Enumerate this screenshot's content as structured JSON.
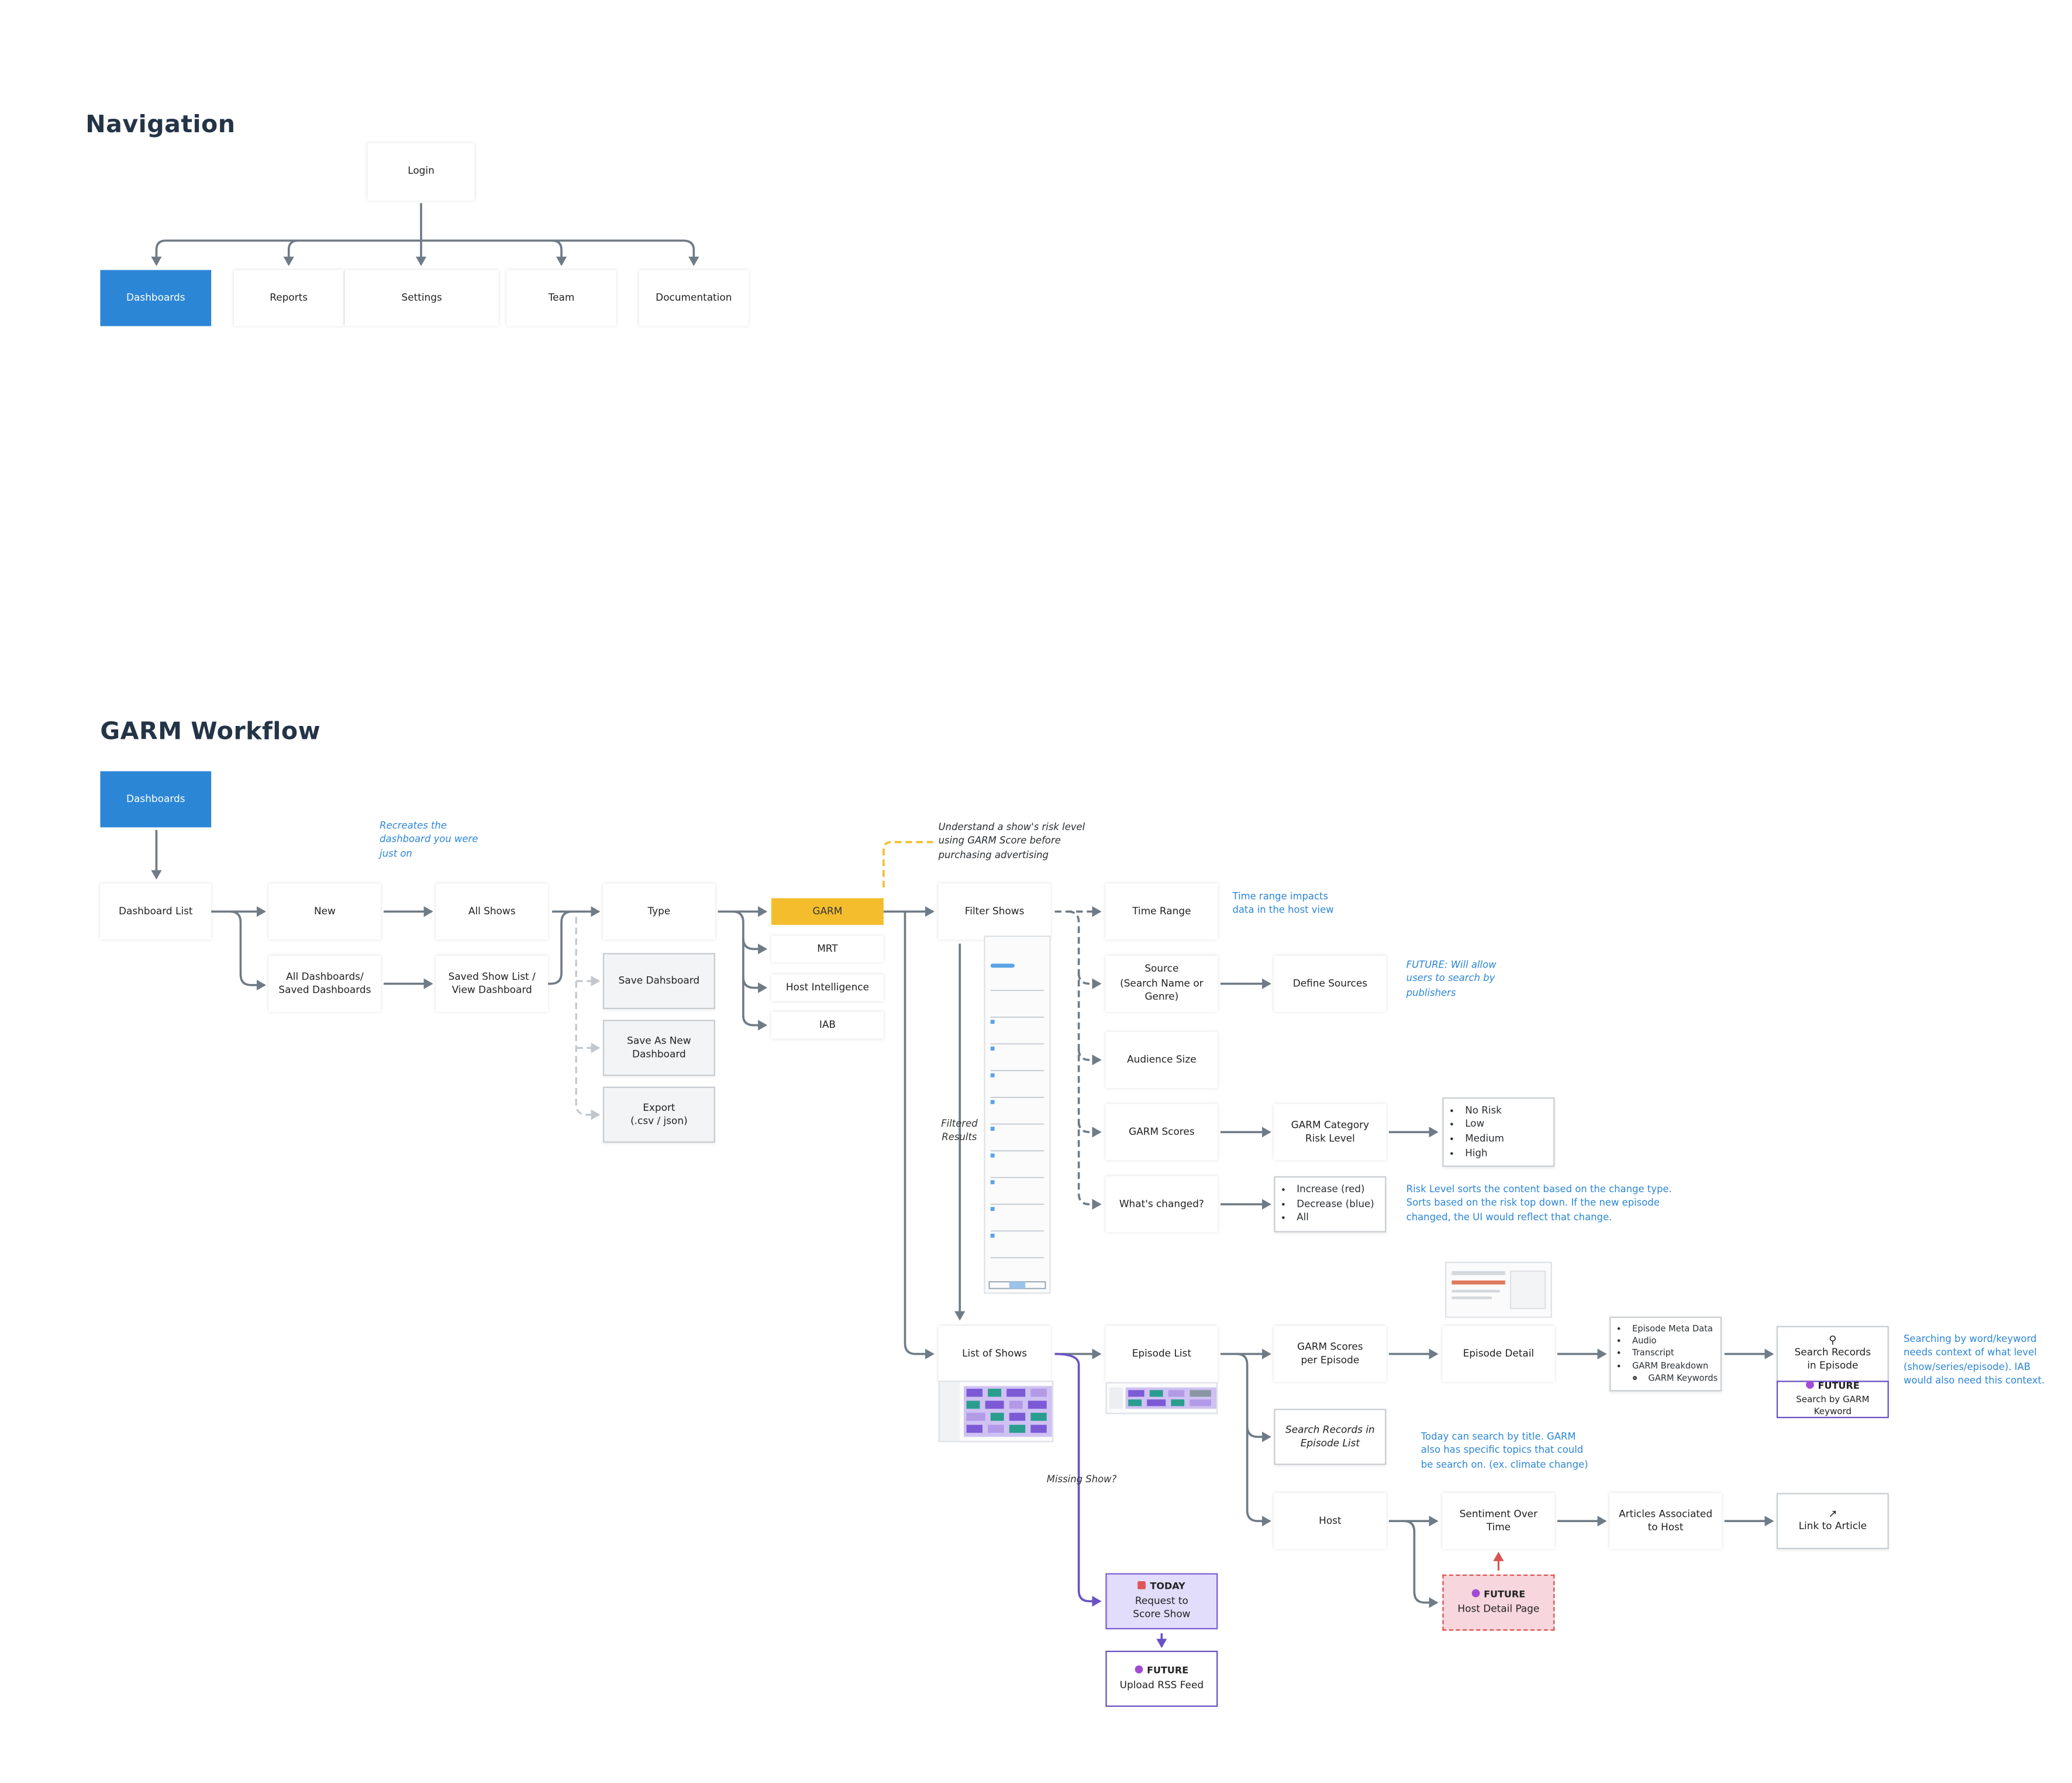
{
  "navigation": {
    "title": "Navigation",
    "login": "Login",
    "items": [
      "Dashboards",
      "Reports",
      "Settings",
      "Team",
      "Documentation"
    ]
  },
  "workflow": {
    "title": "GARM Workflow",
    "dashboards": "Dashboards",
    "dashboard_list": "Dashboard List",
    "new": "New",
    "all_dashboards": "All Dashboards/\nSaved Dashboards",
    "recreates_note": "Recreates the\ndashboard you were\njust on",
    "all_shows": "All Shows",
    "saved_show_list": "Saved Show List /\nView Dashboard",
    "type": "Type",
    "save_dashboard": "Save Dahsboard",
    "save_as_new": "Save As New\nDashboard",
    "export": "Export\n(.csv / json)",
    "garm": "GARM",
    "mrt": "MRT",
    "host_intelligence": "Host Intelligence",
    "iab": "IAB",
    "understand_note": "Understand a show's risk level\nusing GARM Score before\npurchasing advertising",
    "filter_shows": "Filter Shows",
    "filtered_results": "Filtered\nResults",
    "time_range": "Time Range",
    "time_range_note": "Time range impacts\ndata in the host view",
    "source": "Source\n(Search Name or\nGenre)",
    "define_sources": "Define Sources",
    "future_sources_note": "FUTURE: Will allow\nusers to search by\npublishers",
    "audience_size": "Audience Size",
    "garm_scores": "GARM Scores",
    "garm_category": "GARM Category\nRisk Level",
    "risk_levels": [
      "No Risk",
      "Low",
      "Medium",
      "High"
    ],
    "whats_changed": "What's changed?",
    "change_options": [
      "Increase (red)",
      "Decrease (blue)",
      "All"
    ],
    "risk_level_note": "Risk Level sorts the content based on the change type.\nSorts based on the risk top down. If the new episode\nchanged, the UI would reflect that change.",
    "list_of_shows": "List of Shows",
    "episode_list": "Episode List",
    "garm_scores_per_episode": "GARM Scores\nper Episode",
    "episode_detail": "Episode Detail",
    "episode_detail_items": [
      "Episode Meta Data",
      "Audio",
      "Transcript",
      "GARM Breakdown"
    ],
    "episode_detail_subitems": [
      "GARM Keywords"
    ],
    "search_records_in_episode": "Search Records\nin Episode",
    "future_label": "FUTURE",
    "search_by_garm_keyword": "Search by GARM Keyword",
    "searching_note": "Searching by word/keyword\nneeds context of what level\n(show/series/episode). IAB\nwould also need this context.",
    "search_records_episode_list": "Search Records in\nEpisode List",
    "today_search_note": "Today can search by title. GARM\nalso has specific topics that could\nbe search on. (ex. climate change)",
    "host": "Host",
    "sentiment_over_time": "Sentiment Over Time",
    "articles_associated": "Articles Associated\nto Host",
    "link_to_article": "Link to Article",
    "host_detail_page": "Host Detail Page",
    "missing_show": "Missing Show?",
    "today_label": "TODAY",
    "request_to_score": "Request to\nScore Show",
    "upload_rss": "Upload RSS Feed"
  },
  "colors": {
    "accent_blue": "#2c86d6",
    "garm_yellow": "#f3bd2d",
    "today_purple": "#e2ddfb",
    "future_pink": "#f7d6dd",
    "connector_gray": "#6f7b86"
  },
  "icons": {
    "today": "calendar-icon",
    "future": "purple-dot-icon",
    "search": "magnifier-icon",
    "link": "link-icon"
  }
}
